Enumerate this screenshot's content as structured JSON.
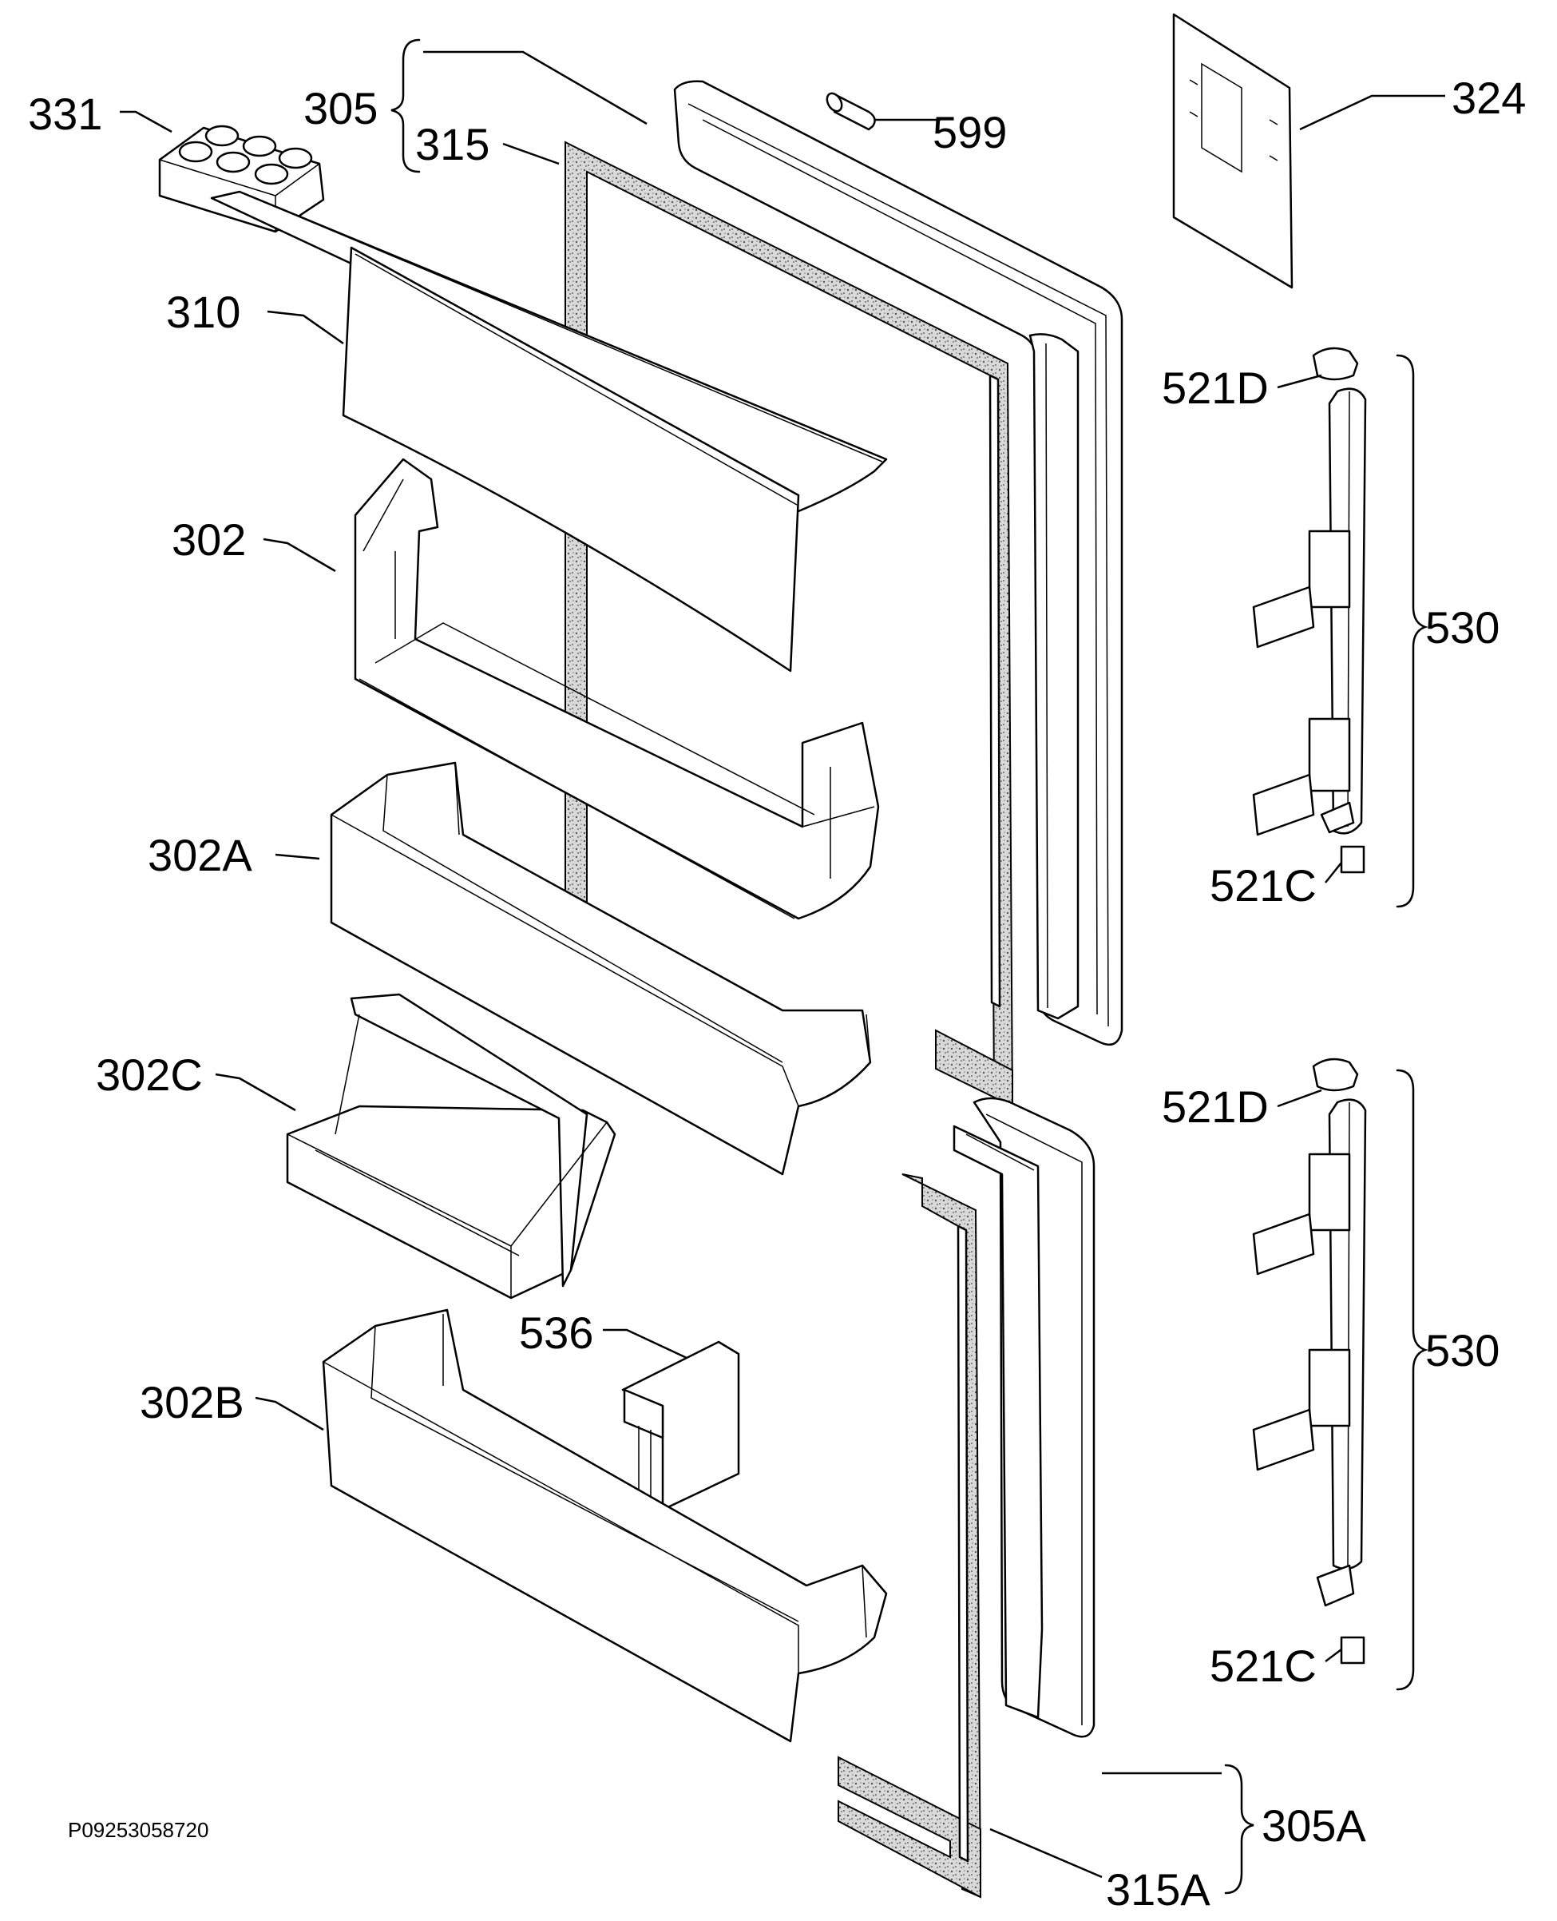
{
  "diagram": {
    "drawing_code": "P09253058720",
    "labels": {
      "331": "331",
      "305": "305",
      "315": "315",
      "599": "599",
      "324": "324",
      "310": "310",
      "521D_top": "521D",
      "302": "302",
      "530_top": "530",
      "302A": "302A",
      "521C_top": "521C",
      "302C": "302C",
      "521D_bottom": "521D",
      "536": "536",
      "530_bottom": "530",
      "302B": "302B",
      "521C_bottom": "521C",
      "305A": "305A",
      "315A": "315A"
    }
  }
}
